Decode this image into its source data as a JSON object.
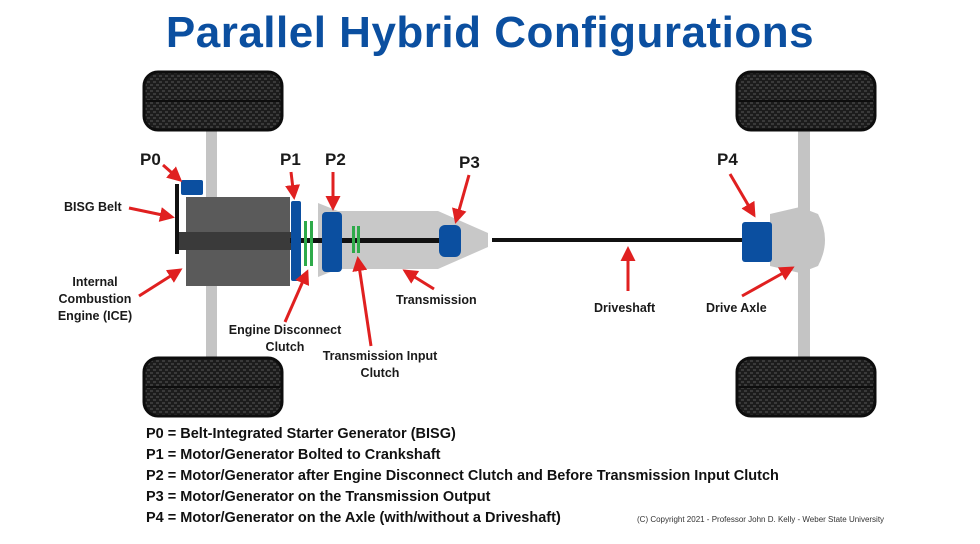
{
  "title": "Parallel Hybrid Configurations",
  "positions": {
    "p0": "P0",
    "p1": "P1",
    "p2": "P2",
    "p3": "P3",
    "p4": "P4"
  },
  "labels": {
    "bisg_belt": "BISG Belt",
    "ice": "Internal\nCombustion\nEngine (ICE)",
    "engine_disconnect_clutch": "Engine Disconnect\nClutch",
    "transmission_input_clutch": "Transmission Input\nClutch",
    "transmission": "Transmission",
    "driveshaft": "Driveshaft",
    "drive_axle": "Drive Axle"
  },
  "legend": [
    "P0 = Belt-Integrated Starter Generator (BISG)",
    "P1 = Motor/Generator Bolted to Crankshaft",
    "P2 = Motor/Generator after Engine Disconnect Clutch and Before Transmission Input Clutch",
    "P3 = Motor/Generator on the Transmission Output",
    "P4 = Motor/Generator on the Axle (with/without a Driveshaft)"
  ],
  "copyright": "(C) Copyright 2021 - Professor John D. Kelly - Weber State University",
  "colors": {
    "title": "#0b4fa0",
    "motor": "#0b4fa0",
    "arrow": "#e02020",
    "clutch": "#2eaa4a",
    "engine": "#5a5a5a",
    "transmission": "#c8c8c8",
    "axle": "#c4c4c4"
  }
}
